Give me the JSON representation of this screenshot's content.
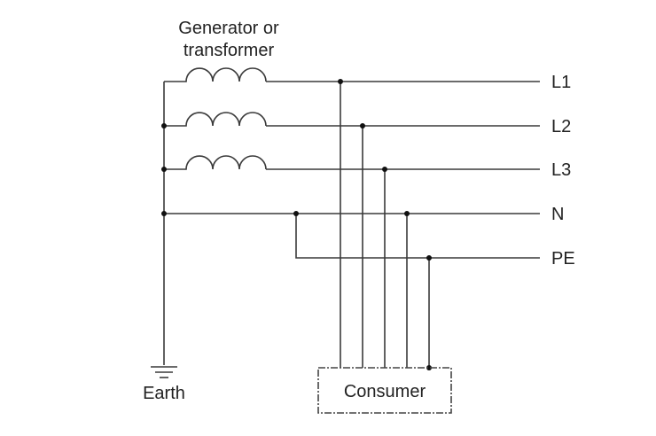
{
  "diagram": {
    "title": "TN-C-S earthing system",
    "source_label_line1": "Generator or",
    "source_label_line2": "transformer",
    "conductors": [
      {
        "id": "L1",
        "label": "L1"
      },
      {
        "id": "L2",
        "label": "L2"
      },
      {
        "id": "L3",
        "label": "L3"
      },
      {
        "id": "N",
        "label": "N"
      },
      {
        "id": "PE",
        "label": "PE"
      }
    ],
    "earth_label": "Earth",
    "consumer_label": "Consumer",
    "colors": {
      "wire": "#3a3a3a",
      "junction": "#111111",
      "text": "#222222",
      "background": "#ffffff"
    }
  }
}
